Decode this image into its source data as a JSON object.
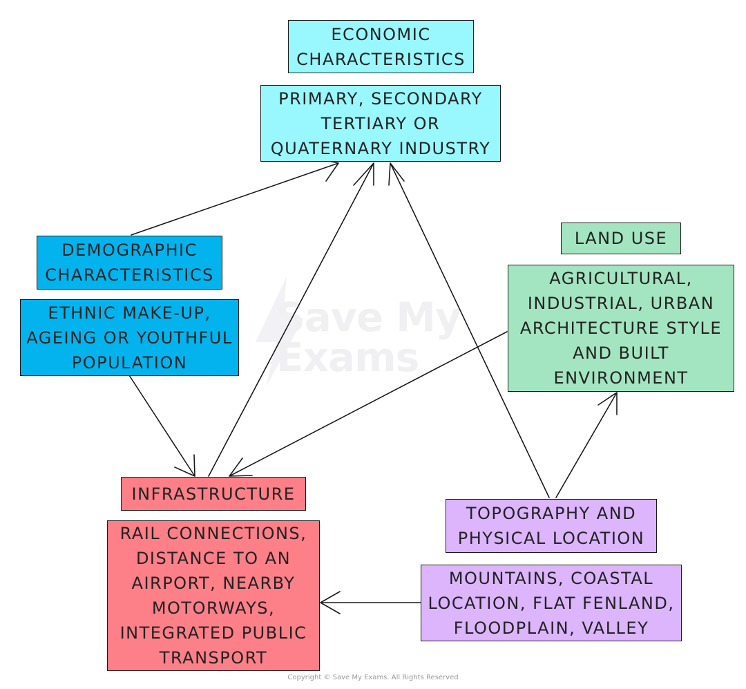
{
  "colors": {
    "cyan": "#99f8fe",
    "blue": "#02b3ee",
    "green": "#a3e5c1",
    "red": "#fd7f88",
    "violet": "#dcb5fd",
    "line": "#1a1a1a"
  },
  "economic": {
    "title": "ECONOMIC\nCHARACTERISTICS",
    "detail": "PRIMARY, SECONDARY\nTERTIARY OR\nQUATERNARY INDUSTRY"
  },
  "demographic": {
    "title": "DEMOGRAPHIC\nCHARACTERISTICS",
    "detail": "ETHNIC MAKE-UP,\nAGEING OR YOUTHFUL\nPOPULATION"
  },
  "land_use": {
    "title": "LAND USE",
    "detail": "AGRICULTURAL,\nINDUSTRIAL, URBAN\nARCHITECTURE STYLE\nAND BUILT\nENVIRONMENT"
  },
  "infrastructure": {
    "title": "INFRASTRUCTURE",
    "detail": "RAIL CONNECTIONS,\nDISTANCE TO AN\nAIRPORT, NEARBY\nMOTORWAYS,\nINTEGRATED PUBLIC\nTRANSPORT"
  },
  "topography": {
    "title": "TOPOGRAPHY AND\nPHYSICAL LOCATION",
    "detail": "MOUNTAINS, COASTAL\nLOCATION, FLAT FENLAND,\nFLOODPLAIN, VALLEY"
  },
  "watermark": {
    "line1": "Save My",
    "line2": "Exams"
  },
  "copyright": "Copyright © Save My Exams. All Rights Reserved"
}
